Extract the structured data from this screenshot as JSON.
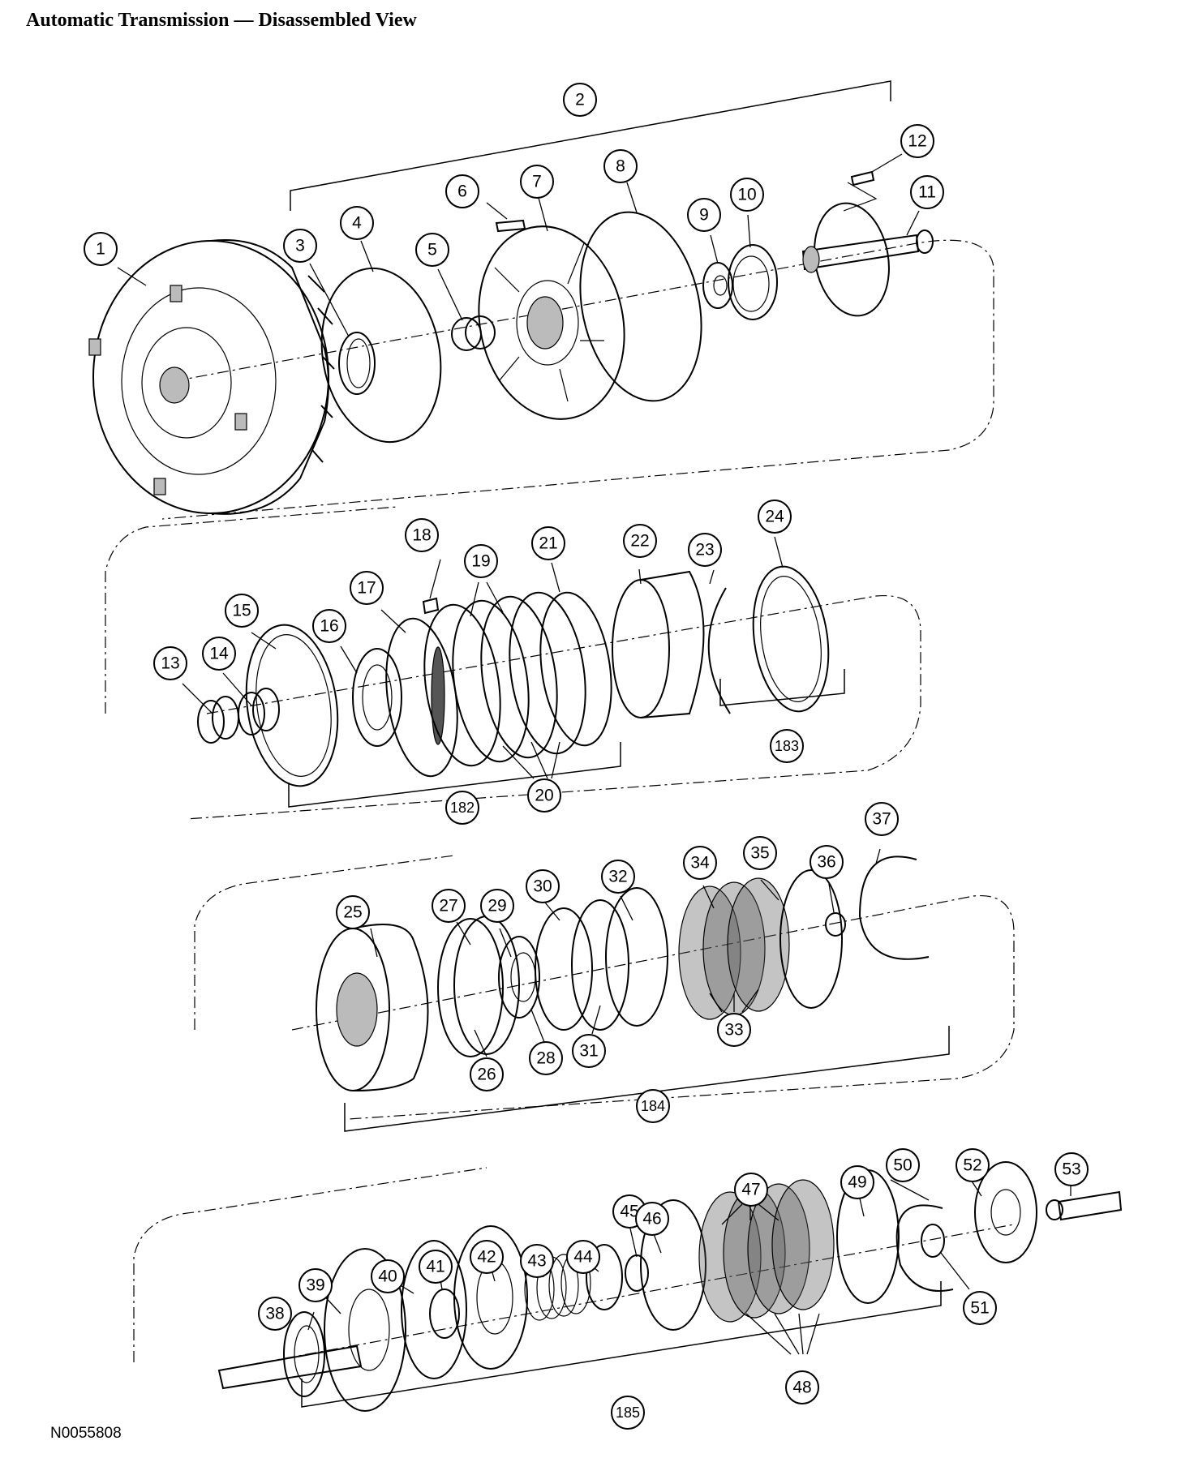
{
  "title": "Automatic Transmission — Disassembled View",
  "figure_id": "N0055808",
  "callouts": [
    {
      "label": "1"
    },
    {
      "label": "2"
    },
    {
      "label": "3"
    },
    {
      "label": "4"
    },
    {
      "label": "5"
    },
    {
      "label": "6"
    },
    {
      "label": "7"
    },
    {
      "label": "8"
    },
    {
      "label": "9"
    },
    {
      "label": "10"
    },
    {
      "label": "11"
    },
    {
      "label": "12"
    },
    {
      "label": "13"
    },
    {
      "label": "14"
    },
    {
      "label": "15"
    },
    {
      "label": "16"
    },
    {
      "label": "17"
    },
    {
      "label": "18"
    },
    {
      "label": "19"
    },
    {
      "label": "20"
    },
    {
      "label": "21"
    },
    {
      "label": "22"
    },
    {
      "label": "23"
    },
    {
      "label": "24"
    },
    {
      "label": "182"
    },
    {
      "label": "183"
    },
    {
      "label": "25"
    },
    {
      "label": "26"
    },
    {
      "label": "27"
    },
    {
      "label": "28"
    },
    {
      "label": "29"
    },
    {
      "label": "30"
    },
    {
      "label": "31"
    },
    {
      "label": "32"
    },
    {
      "label": "33"
    },
    {
      "label": "34"
    },
    {
      "label": "35"
    },
    {
      "label": "36"
    },
    {
      "label": "37"
    },
    {
      "label": "184"
    },
    {
      "label": "38"
    },
    {
      "label": "39"
    },
    {
      "label": "40"
    },
    {
      "label": "41"
    },
    {
      "label": "42"
    },
    {
      "label": "43"
    },
    {
      "label": "44"
    },
    {
      "label": "45"
    },
    {
      "label": "46"
    },
    {
      "label": "47"
    },
    {
      "label": "48"
    },
    {
      "label": "49"
    },
    {
      "label": "50"
    },
    {
      "label": "51"
    },
    {
      "label": "52"
    },
    {
      "label": "53"
    },
    {
      "label": "185"
    }
  ]
}
